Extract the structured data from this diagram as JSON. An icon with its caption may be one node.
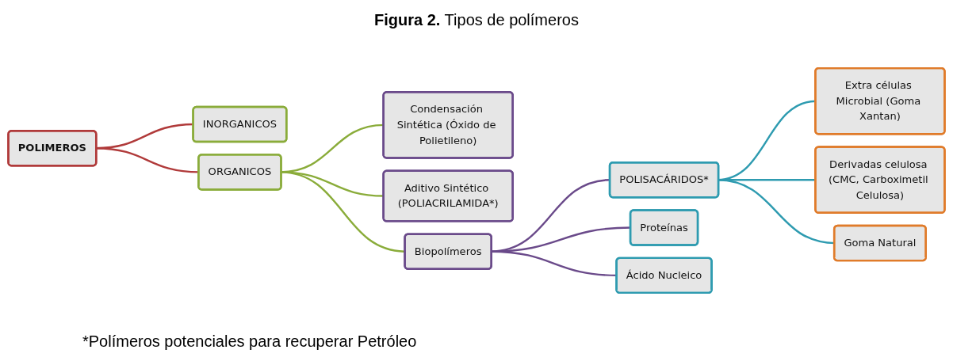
{
  "diagram": {
    "title": "**Figura 2.** Tipos de polímeros",
    "nodes": [
      {
        "text": [
          "POLIMEROS"
        ]
      },
      {
        "text": [
          "INORGANICOS"
        ]
      },
      {
        "text": [
          "ORGANICOS"
        ]
      },
      {
        "text": [
          "Condensación Sintética (Óxido de Polietileno)"
        ]
      },
      {
        "text": [
          "Aditivo Sintético (POLIACRILAMIDA*)"
        ]
      },
      {
        "text": [
          "Biopolímeros"
        ]
      },
      {
        "text": [
          "POLISACÁRIDOS*"
        ]
      },
      {
        "text": [
          "Proteínas"
        ]
      },
      {
        "text": [
          "Ácido Nucleico"
        ]
      },
      {
        "text": [
          "Extra células Microbial (Goma Xantan)"
        ]
      },
      {
        "text": [
          "Derivadas celulosa (CMC, Carboximetil Celulosa)"
        ]
      },
      {
        "text": [
          "Goma Natural"
        ]
      }
    ],
    "edges": [
      {
        "from": 0,
        "to": 1,
        "arrow": "none",
        "color": "#b03a3a"
      },
      {
        "from": 0,
        "to": 2,
        "arrow": "none",
        "color": "#b03a3a"
      },
      {
        "from": 2,
        "to": 3,
        "arrow": "none",
        "color": "#8aac3a"
      },
      {
        "from": 2,
        "to": 4,
        "arrow": "none",
        "color": "#8aac3a"
      },
      {
        "from": 2,
        "to": 5,
        "arrow": "none",
        "color": "#8aac3a"
      },
      {
        "from": 5,
        "to": 6,
        "arrow": "none",
        "color": "#6a4a8a"
      },
      {
        "from": 5,
        "to": 7,
        "arrow": "none",
        "color": "#6a4a8a"
      },
      {
        "from": 5,
        "to": 8,
        "arrow": "none",
        "color": "#6a4a8a"
      },
      {
        "from": 6,
        "to": 9,
        "arrow": "none",
        "color": "#2e9bb0"
      },
      {
        "from": 6,
        "to": 10,
        "arrow": "none",
        "color": "#2e9bb0"
      },
      {
        "from": 6,
        "to": 11,
        "arrow": "none",
        "color": "#2e9bb0"
      }
    ],
    "labels": [
      "*Polímeros potenciales para recuperar Petróleo"
    ]
  }
}
